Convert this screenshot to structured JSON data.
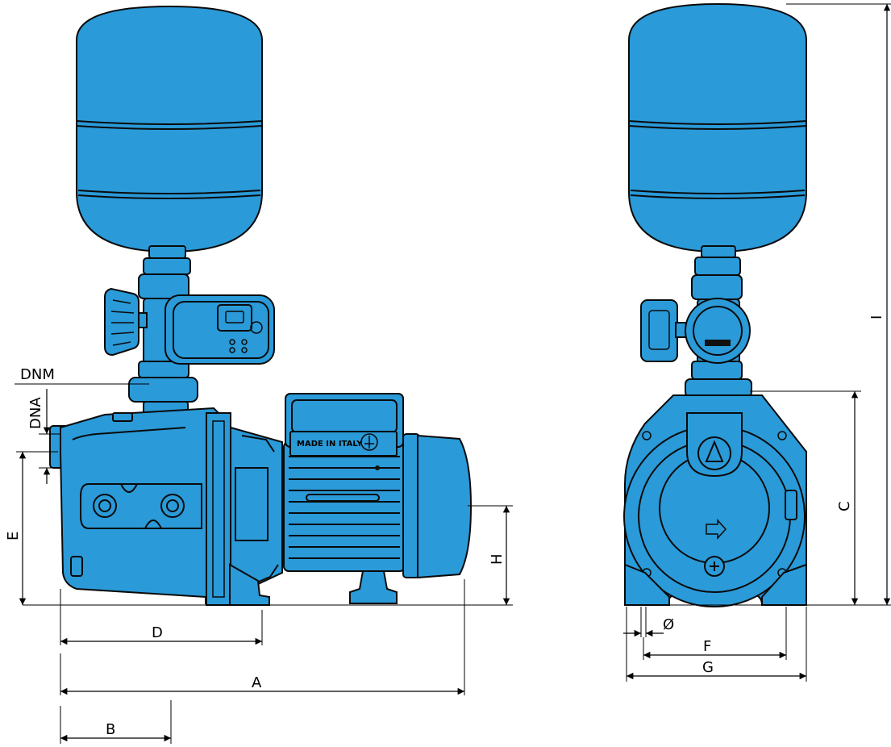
{
  "side_view": {
    "labels": {
      "dnm": "DNM",
      "dna": "DNA",
      "e": "E",
      "d": "D",
      "a": "A",
      "b": "B",
      "h": "H"
    },
    "motor_plate": "MADE IN ITALY"
  },
  "front_view": {
    "labels": {
      "c": "C",
      "i": "I",
      "phi": "Ø",
      "f": "F",
      "g": "G"
    }
  },
  "colors": {
    "body": "#2a9ad8",
    "outline": "#0a0a0a",
    "background": "#ffffff"
  }
}
